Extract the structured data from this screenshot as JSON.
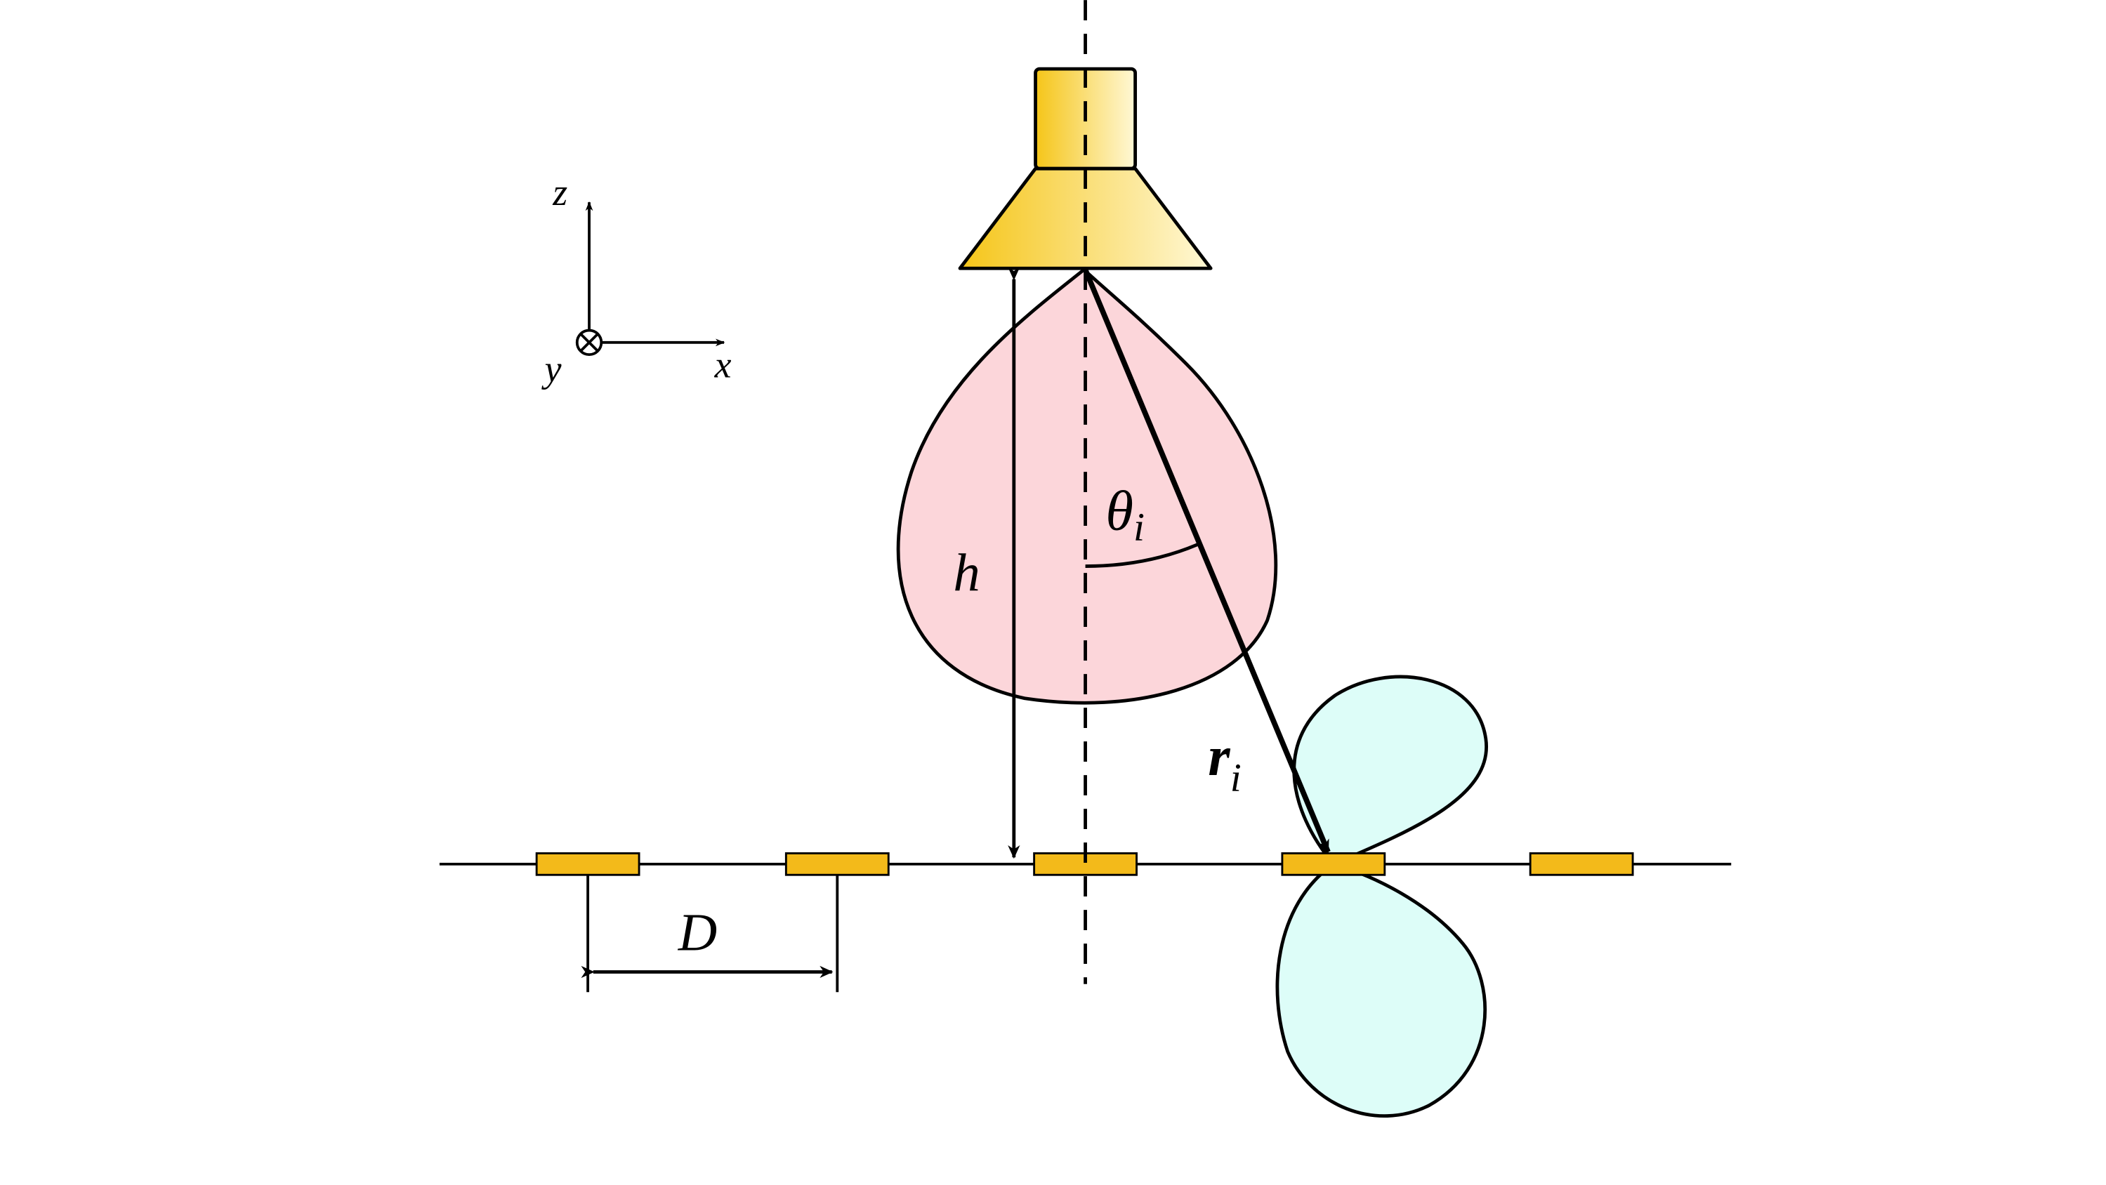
{
  "labels": {
    "axis_z": "z",
    "axis_x": "x",
    "axis_y": "y",
    "height": "h",
    "theta": "θ",
    "theta_sub": "i",
    "r": "r",
    "r_sub": "i",
    "spacing": "D"
  },
  "colors": {
    "horn_light": "#FFF8D6",
    "horn_dark": "#F5C518",
    "beam_fill": "#FCD6DA",
    "scatter_fill": "#DDFDF8",
    "element_fill": "#F3BA1A",
    "line": "#000000"
  },
  "elements": {
    "count": 5,
    "target_index": 3
  }
}
